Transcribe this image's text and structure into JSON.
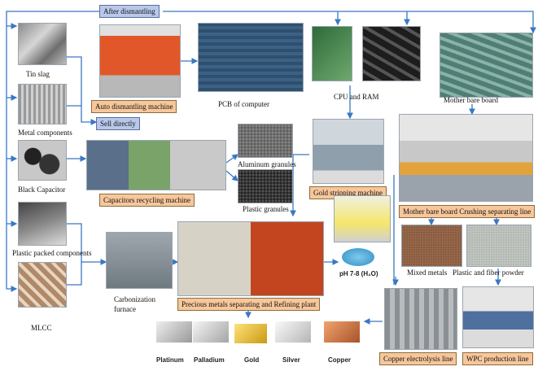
{
  "labels": {
    "after_dismantling": "After dismantling",
    "tin_slag": "Tin slag",
    "metal_components": "Metal components",
    "black_capacitor": "Black Capacitor",
    "plastic_packed": "Plastic packed components",
    "mlcc": "MLCC",
    "auto_machine": "Auto dismantling machine",
    "sell_directly": "Sell directly",
    "pcb": "PCB of computer",
    "cpu_ram": "CPU and RAM",
    "mother_bare": "Mother bare board",
    "aluminum": "Aluminum granules",
    "plastic_granules": "Plastic granules",
    "cap_machine": "Capacitors recycling machine",
    "gold_strip": "Gold stripping machine",
    "crushing": "Mother bare board Crushing separating line",
    "mixed": "Mixed metals",
    "fiber": "Plastic and fiber powder",
    "carbonization": "Carbonization furnace",
    "precious": "Precious metals separating and Refining plant",
    "ph": "pH 7-8 (H₂O)",
    "platinum": "Platinum",
    "palladium": "Palladium",
    "gold": "Gold",
    "silver": "Silver",
    "copper": "Copper",
    "copper_line": "Copper electrolysis line",
    "wpc": "WPC production line"
  },
  "colors": {
    "arrow": "#3a78c2",
    "orange_box": "#f7c79b",
    "blue_box": "#b9c8ea"
  }
}
